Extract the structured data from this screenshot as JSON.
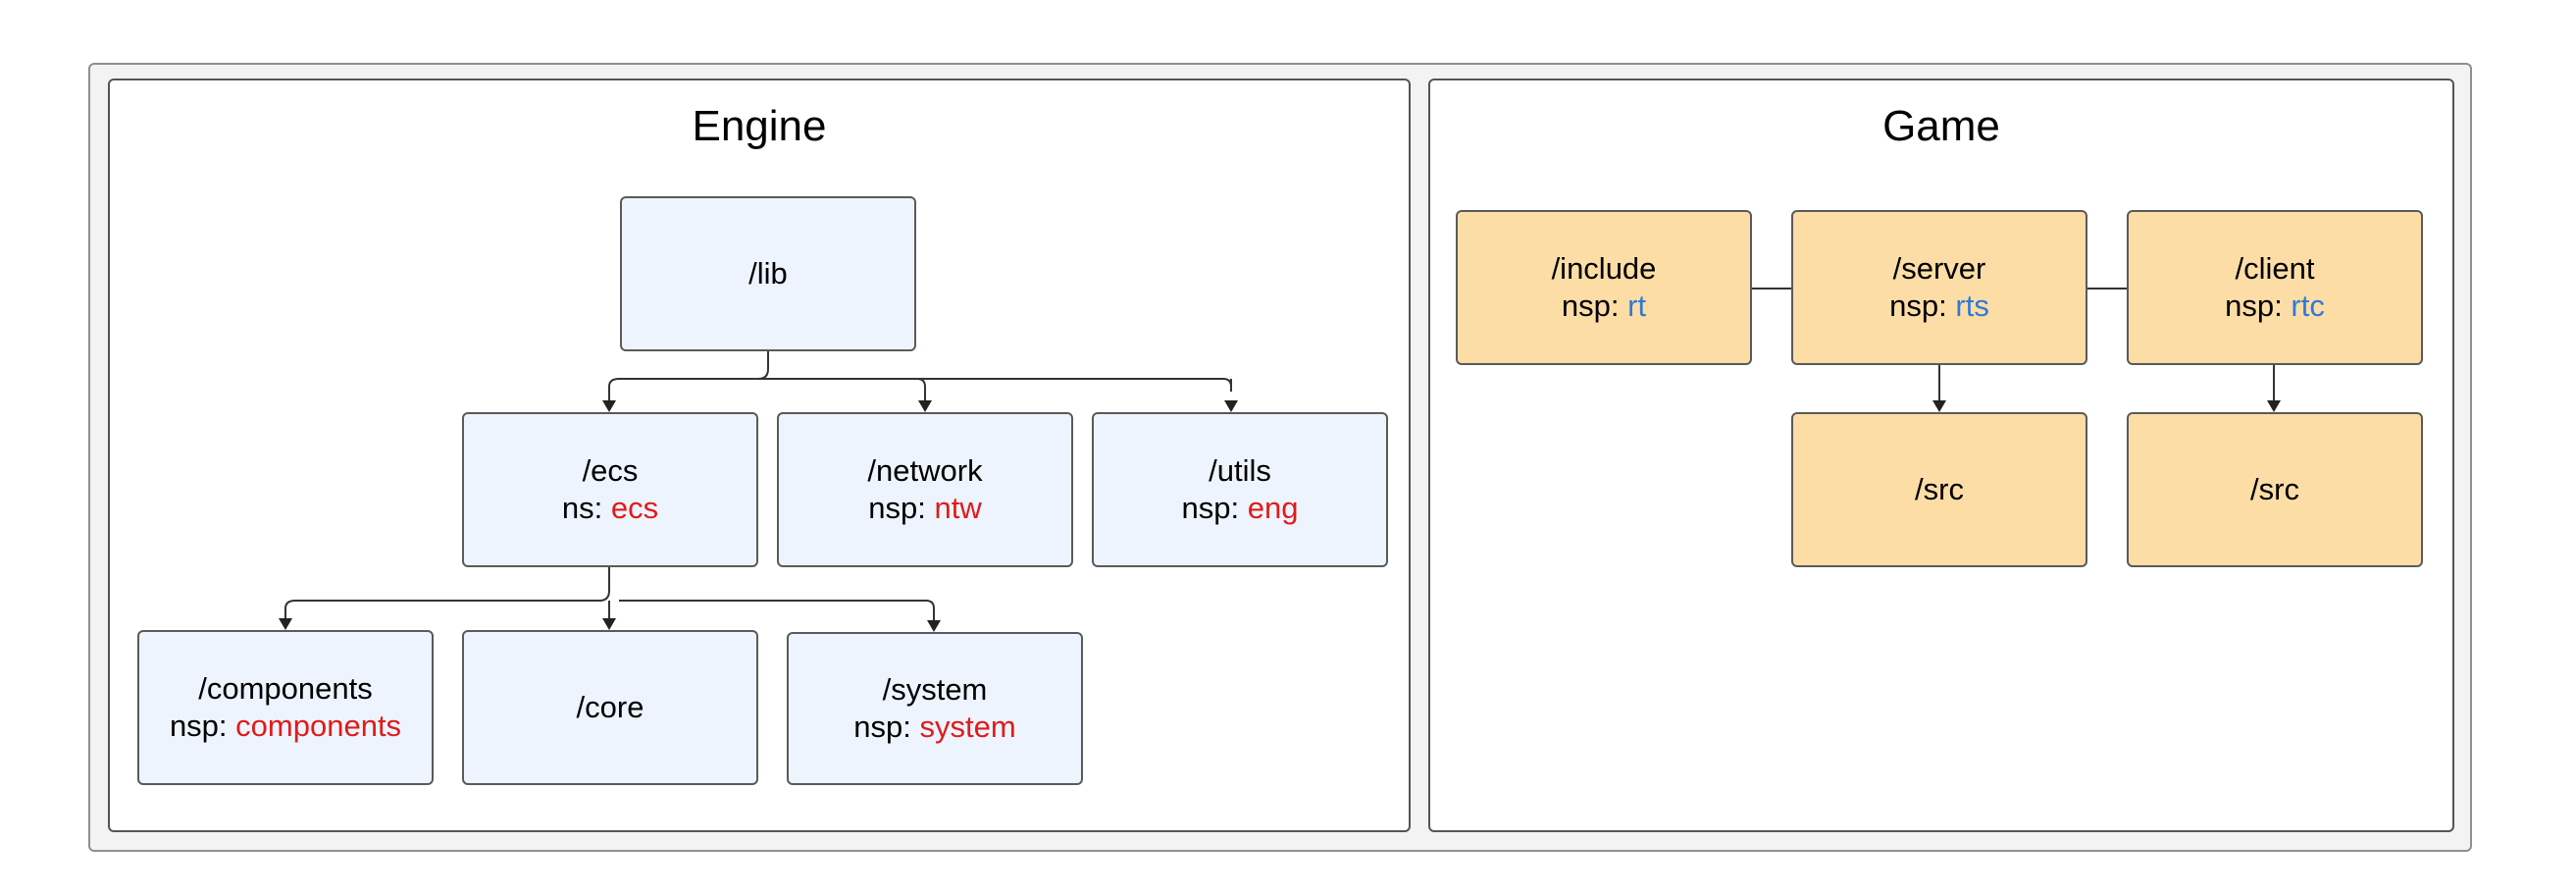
{
  "colors": {
    "engine_box": "#edf4fd",
    "game_box": "#fddda6",
    "engine_ns": "#e01b1b",
    "game_ns": "#2f7ad6"
  },
  "engine": {
    "title": "Engine",
    "lib": {
      "name": "/lib"
    },
    "ecs": {
      "name": "/ecs",
      "prefix": "ns:",
      "value": "ecs"
    },
    "network": {
      "name": "/network",
      "prefix": "nsp:",
      "value": "ntw"
    },
    "utils": {
      "name": "/utils",
      "prefix": "nsp:",
      "value": "eng"
    },
    "components": {
      "name": "/components",
      "prefix": "nsp:",
      "value": "components"
    },
    "core": {
      "name": "/core"
    },
    "system": {
      "name": "/system",
      "prefix": "nsp:",
      "value": "system"
    }
  },
  "game": {
    "title": "Game",
    "include": {
      "name": "/include",
      "prefix": "nsp:",
      "value": "rt"
    },
    "server": {
      "name": "/server",
      "prefix": "nsp:",
      "value": "rts"
    },
    "client": {
      "name": "/client",
      "prefix": "nsp:",
      "value": "rtc"
    },
    "server_src": {
      "name": "/src"
    },
    "client_src": {
      "name": "/src"
    }
  }
}
